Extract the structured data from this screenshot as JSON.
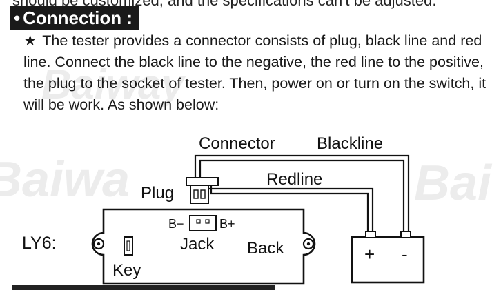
{
  "top_cut_text": "should be customized, and the specifications can't be adjusted.",
  "heading": {
    "bullet": "•",
    "text": "Connection :"
  },
  "paragraph": {
    "star": "★",
    "text": "The tester provides a connector consists of plug, black line and red line. Connect the black line to the negative, the red line to the positive, the plug to the socket of tester. Then, power on or turn on the switch, it will be work. As shown below:"
  },
  "watermarks": [
    "Baiway",
    "Baiwa",
    "Bai"
  ],
  "diagram": {
    "connector_label": "Connector",
    "blackline_label": "Blackline",
    "redline_label": "Redline",
    "plug_label": "Plug",
    "bminus_label": "B−",
    "bplus_label": "B+",
    "device_label": "LY6:",
    "jack_label": "Jack",
    "back_label": "Back",
    "key_label": "Key",
    "battery_plus": "+",
    "battery_minus": "-"
  }
}
